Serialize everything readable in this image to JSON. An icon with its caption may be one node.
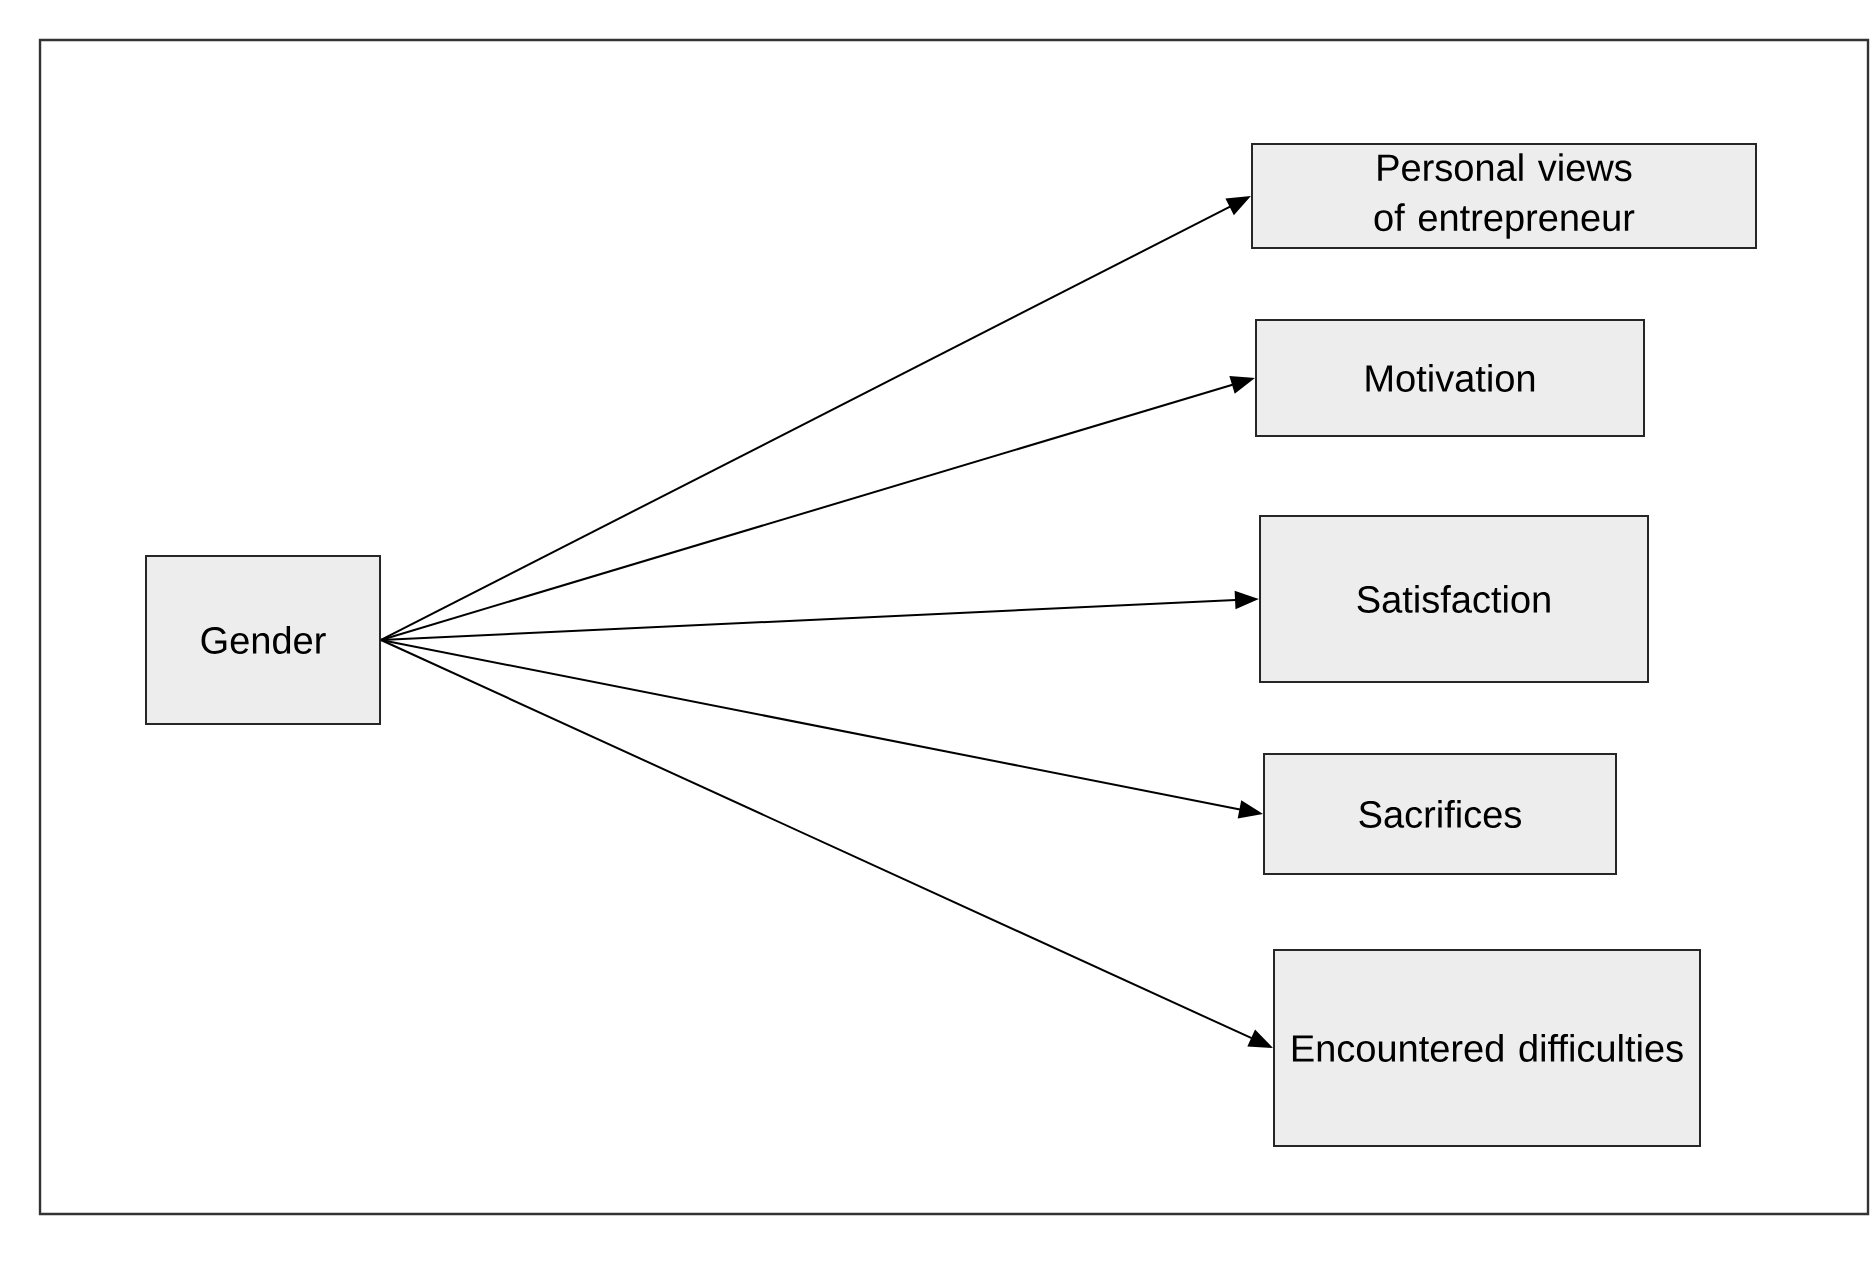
{
  "diagram": {
    "nodes": [
      {
        "text": [
          "Gender"
        ]
      },
      {
        "text": [
          "Personal views of entrepreneur"
        ]
      },
      {
        "text": [
          "Motivation"
        ]
      },
      {
        "text": [
          "Satisfaction"
        ]
      },
      {
        "text": [
          "Sacrifices"
        ]
      },
      {
        "text": [
          "Encountered difficulties"
        ]
      }
    ],
    "edges": [
      {
        "from": 0,
        "to": 1,
        "arrow": "to"
      },
      {
        "from": 0,
        "to": 2,
        "arrow": "to"
      },
      {
        "from": 0,
        "to": 3,
        "arrow": "to"
      },
      {
        "from": 0,
        "to": 4,
        "arrow": "to"
      },
      {
        "from": 0,
        "to": 5,
        "arrow": "to"
      }
    ]
  }
}
